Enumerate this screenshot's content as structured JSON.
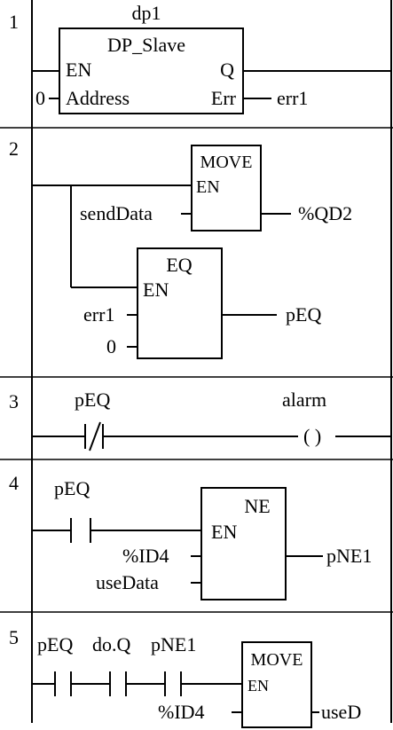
{
  "rungs": [
    {
      "number": "1",
      "instance": "dp1",
      "block": {
        "name": "DP_Slave",
        "en": "EN",
        "in_pin": "Address",
        "in_value": "0",
        "out1": "Q",
        "out2": "Err",
        "out2_var": "err1"
      }
    },
    {
      "number": "2",
      "move": {
        "name": "MOVE",
        "en": "EN",
        "input": "sendData",
        "output": "%QD2"
      },
      "eq": {
        "name": "EQ",
        "en": "EN",
        "input1": "err1",
        "input2": "0",
        "output": "pEQ"
      }
    },
    {
      "number": "3",
      "contact": "pEQ",
      "coil": "alarm",
      "coil_symbol": "( )"
    },
    {
      "number": "4",
      "contact": "pEQ",
      "ne": {
        "name": "NE",
        "en": "EN",
        "input1": "%ID4",
        "input2": "useData",
        "output": "pNE1"
      }
    },
    {
      "number": "5",
      "contacts": [
        "pEQ",
        "do.Q",
        "pNE1"
      ],
      "move": {
        "name": "MOVE",
        "en": "EN",
        "input": "%ID4",
        "output": "useD"
      }
    }
  ]
}
